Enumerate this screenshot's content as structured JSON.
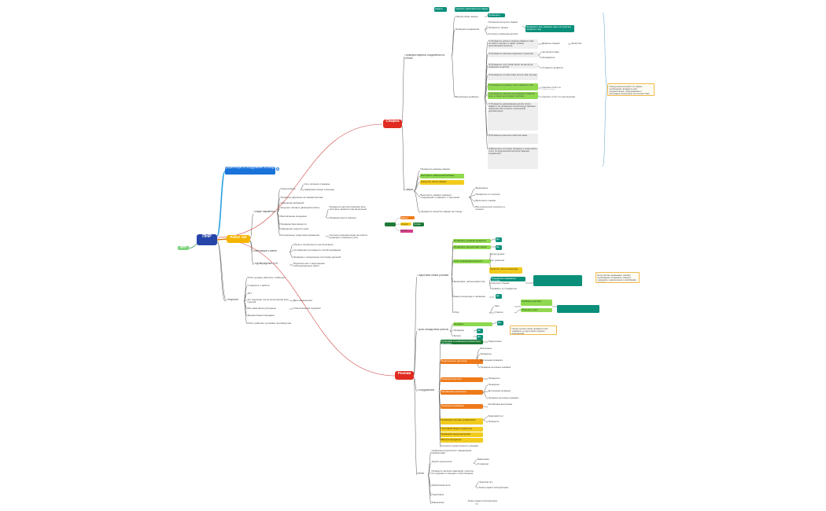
{
  "colors": {
    "root": "#2545a8",
    "robot": "#f5b400",
    "svarka": "#e02b20",
    "rozliv": "#e02b20",
    "teal": "#0a8f7a",
    "blue": "#1a73d9",
    "line": "#555555"
  },
  "mindmap": {
    "root": "ПНР",
    "left_tag": "Дата",
    "robot": "Робот AI2",
    "link_top": "Документация по оборудованию на складе",
    "robot_sections": {
      "work": "Общие параметры",
      "work_items": [
        "Подключение",
        "Проверка давления на пневмосистеме",
        "Измерение вибраций",
        "Загрузка типовых движений робота",
        "Выставление координат",
        "Проверка безопасности",
        "Измерение скорости руки",
        "Контрольные траектории движения"
      ],
      "work_sub_a": [
        "Сеть питания и камеры",
        "Цифровые входы и выходы"
      ],
      "work_sub_b": [
        "Проверить местоположения всех тестовых захватов при включении",
        "Проверка места захвата"
      ],
      "work_sub_c": "Согласно документации на робота проверить основные узлы",
      "instr": "Инструкции к смене",
      "instr_items": [
        "Обучить оператора по эксплуатации",
        "Составление регламента техобслуживания",
        "Проверка с оператором состояния деталей"
      ],
      "after": "Подтверждение ПНР",
      "after_sub": "Подписать акт о выполнении пусконаладочных работ",
      "result": "Результат",
      "result_items": [
        "Робот должен работать стабильно",
        "Готовность к работе",
        "АКТ",
        "Акт подписан после выполнения всех пунктов",
        "Все замечания устранены",
        "Документация передана",
        "Робот работает в режиме производства"
      ],
      "result_sub": [
        "Дата завершения",
        "Ответственный подписал"
      ]
    },
    "svarka": {
      "label": "Сварка",
      "tags": [
        "задача",
        "Сделать замечания на сварку"
      ],
      "branch1": "Проверка сварных соединений на стенде",
      "b1_items": [
        "Общий обзор сварки",
        "Проверка соединения",
        "Визуальные дефекты"
      ],
      "b1_highlights": [
        "Проверить",
        "Проверить все сварные швы на наличие трещин и пор"
      ],
      "b1_plain": [
        "Основной контроль сварки",
        "Проверить зазоры",
        "Контроль размеров детали"
      ],
      "long_items": [
        "1) Проверить длину и ширину сварного шва согласно чертежу, а также глубину проплавления металла",
        "2) Проверить наличие подрезов и прожогов",
        "3) Проверить отсутствие брызг металла на поверхности детали",
        "4) Проверить соответствие катета шва чертежу",
        "5) Проверить корневую часть сварного шва",
        "6) Проверить наличие непроваров в сварном шве, а также на соседних участках",
        "7) Проверить деформацию детали после сварки и её геометрию относительно базовых поверхностей согласно технической документации",
        "8) Проверить качество зачистки швов",
        "9) Выполнить итоговую проверку и подготовить отчёт по результатам контроля сварных соединений"
      ],
      "long_right": [
        "Дефекты сварки",
        "Зачистка",
        "Несоответствие",
        "Исправлено",
        "Устранить дефекты",
        "Сделать отчёт по результатам"
      ],
      "note": "Перед началом работ по сварке необходимо проверить всю документацию, оборудование и расходные материалы на соответствие требованиям",
      "branch2": "Сварка",
      "b2_items": [
        "Проверить режимы сварки",
        "Настроить сварочный аппарат",
        "Контроль после сварки",
        "Выполнить замеры сварных соединений и сравнить с чертежом",
        "Проверить качество сварки на стенде"
      ],
      "b2_sub": [
        "Выдержать",
        "Проверить по чертежу",
        "Выполнить заново",
        "Все результаты записать в журнал"
      ],
      "legend": [
        "Важно",
        "Статус",
        "Готово"
      ]
    },
    "rozliv": {
      "label": "Розлив",
      "branch1": "Подготовка линии розлива",
      "b1_items": [
        "Проверить уровень жидкости",
        "Проверить все датчики линии",
        "Счёт производительности",
        "Дозировка, расход ёмкостей",
        "Замер на выходе и проверка",
        "Сбор"
      ],
      "b1_sub": [
        "Датчик уровня",
        "Тест дозатора",
        "Скорость ленты на выходе",
        "Определить параметры розлива",
        "Контроль объёма",
        "Сравнить со стандартом",
        "Тара",
        "Отметки",
        "Проверить датчики",
        "Повторить цикл"
      ],
      "teal_items": [
        "Да",
        "Да",
        "Нет",
        "Да"
      ],
      "note": "Если датчик показывает ошибку, необходимо остановить линию и проверить подключение и калибровку датчика",
      "branch2": "Пуско-наладочные работы",
      "b2_items": [
        "Наладка",
        "Проверка",
        "Запуск"
      ],
      "b2_note": "Перед пуском линии проверить все элементы и подготовить журнал результатов",
      "branch3": "Оборудование",
      "b3_items": [
        "Установка и проверка розливочного автомата",
        "Подключение датчиков",
        "Проверка насосов",
        "Калибровка дозаторов",
        "Проверка конвейера",
        "Проверка системы управления",
        "Тестовый запуск и контроль",
        "Проверка перед выпуском",
        "Выпуск продукции",
        "Контроль герметичности упаковки"
      ],
      "b3_sub": [
        "Подключено",
        "Выполнено",
        "Проверено",
        "Длительная проверка",
        "Проверка на разных режимах",
        "Калибровка выполнена",
        "Замечаний нет",
        "Проверить",
        "Работает стабильно"
      ],
      "branch4": "Итоги",
      "b4_items": [
        "Сравнение результатов с ожидаемыми параметрами",
        "Анализ результатов",
        "Проверить наличие замечаний, отметить их в журнале и передать ответственным",
        "Оформление акта",
        "Подписание",
        "Завершение"
      ],
      "b4_sub": [
        "Замечания",
        "Устранено",
        "Подписан акт",
        "Линия сдана в эксплуатацию"
      ]
    }
  }
}
